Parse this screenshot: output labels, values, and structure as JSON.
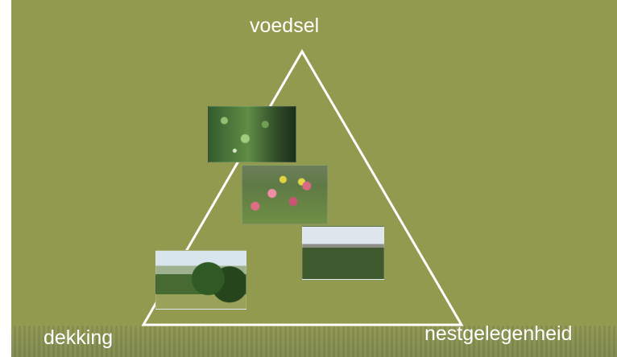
{
  "diagram": {
    "labels": {
      "top": "voedsel",
      "left": "dekking",
      "right": "nestgelegenheid"
    },
    "images": [
      {
        "name": "food-vegetation-photo"
      },
      {
        "name": "flower-strip-photo"
      },
      {
        "name": "nesting-field-photo"
      },
      {
        "name": "cover-shrubs-photo"
      }
    ]
  },
  "colors": {
    "background": "#929a4f",
    "lines_and_text": "#ffffff"
  }
}
